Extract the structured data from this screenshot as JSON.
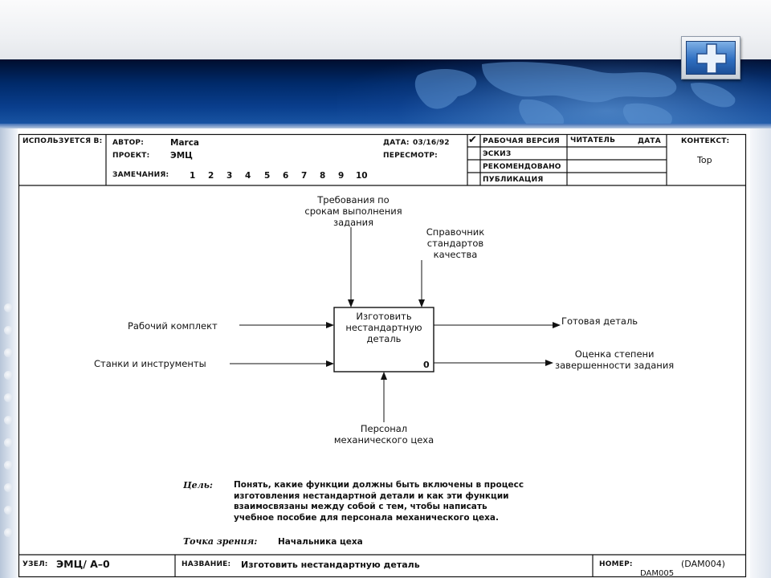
{
  "form": {
    "header": {
      "used_at_label": "ИСПОЛЬЗУЕТСЯ В:",
      "author_label": "АВТОР:",
      "author_value": "Marca",
      "project_label": "ПРОЕКТ:",
      "project_value": "ЭМЦ",
      "notes_label": "ЗАМЕЧАНИЯ:",
      "notes_numbers": [
        "1",
        "2",
        "3",
        "4",
        "5",
        "6",
        "7",
        "8",
        "9",
        "10"
      ],
      "date_label": "ДАТА:",
      "date_value": "03/16/92",
      "revision_label": "ПЕРЕСМОТР:",
      "status_items": [
        {
          "label": "РАБОЧАЯ ВЕРСИЯ",
          "checked": true
        },
        {
          "label": "ЭСКИЗ",
          "checked": false
        },
        {
          "label": "РЕКОМЕНДОВАНО",
          "checked": false
        },
        {
          "label": "ПУБЛИКАЦИЯ",
          "checked": false
        }
      ],
      "check_mark": "✔",
      "reader_label": "ЧИТАТЕЛЬ",
      "reader_date_label": "ДАТА",
      "context_label": "КОНТЕКСТ:",
      "context_value": "Top"
    },
    "diagram": {
      "function_box": {
        "label": "Изготовить\nнестандартную\nдеталь",
        "number": "0"
      },
      "controls": [
        {
          "label": "Требования по\nсрокам выполнения\nзадания"
        },
        {
          "label": "Справочник\nстандартов\nкачества"
        }
      ],
      "inputs": [
        {
          "label": "Рабочий комплект"
        },
        {
          "label": "Станки и инструменты"
        }
      ],
      "outputs": [
        {
          "label": "Готовая деталь"
        },
        {
          "label": "Оценка степени\nзавершенности задания"
        }
      ],
      "mechanisms": [
        {
          "label": "Персонал\nмеханического цеха"
        }
      ]
    },
    "purpose": {
      "label": "Цель:",
      "text": "Понять, какие функции должны быть включены в процесс\nизготовления нестандартной детали и как эти функции\nвзаимосвязаны между собой с тем, чтобы написать\nучебное пособие для персонала механического цеха."
    },
    "viewpoint": {
      "label": "Точка зрения:",
      "text": "Начальника цеха"
    },
    "footer": {
      "node_label": "УЗЕЛ:",
      "node_value": "ЭМЦ/ А–0",
      "title_label": "НАЗВАНИЕ:",
      "title_value": "Изготовить нестандартную деталь",
      "number_label": "НОМЕР:",
      "number_value": "(DAM004)",
      "number_value2": "DAM005"
    }
  },
  "slide": {
    "plus_icon": "plus-icon",
    "accent_color": "#0a3f8e"
  }
}
